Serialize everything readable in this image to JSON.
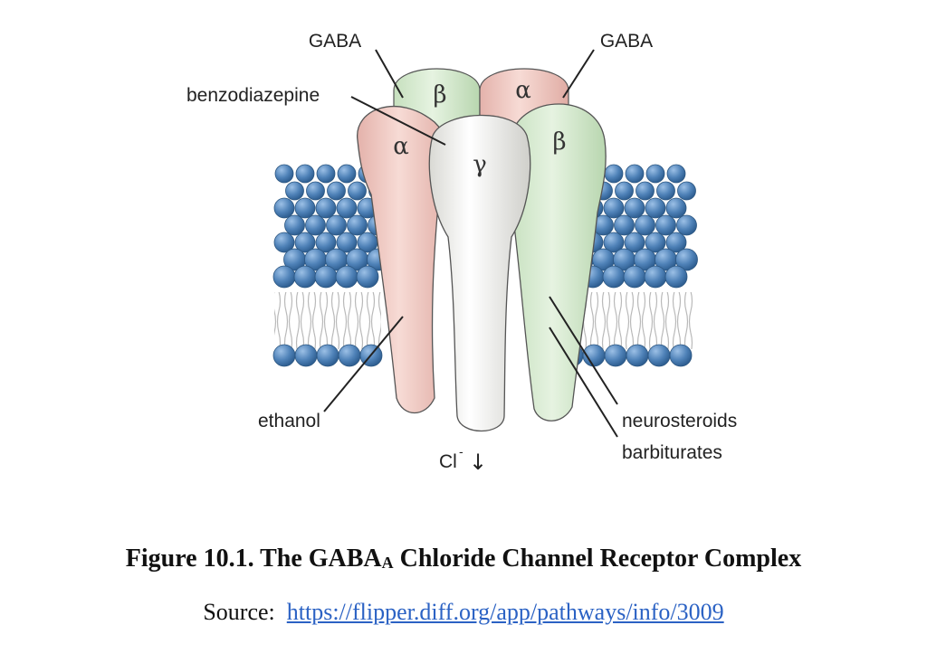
{
  "labels": {
    "gaba_left": "GABA",
    "gaba_right": "GABA",
    "benzodiazepine": "benzodiazepine",
    "ethanol": "ethanol",
    "neurosteroids": "neurosteroids",
    "barbiturates": "barbiturates",
    "chloride": "Cl",
    "chloride_charge": "-",
    "chloride_arrow": "↓"
  },
  "subunits": {
    "back_left": "β",
    "back_right": "α",
    "front_left": "α",
    "front_center": "γ",
    "front_right": "β"
  },
  "colors": {
    "alpha": "#f2cfc8",
    "beta": "#d6ecd0",
    "gamma": "#f1f1ee",
    "lipid_head": "#4f82b8",
    "link": "#2b62c4"
  },
  "caption": {
    "prefix": "Figure 10.1. The GABA",
    "subscript": "A",
    "suffix": " Chloride Channel Receptor Complex"
  },
  "source": {
    "label": "Source:",
    "url": "https://flipper.diff.org/app/pathways/info/3009"
  }
}
